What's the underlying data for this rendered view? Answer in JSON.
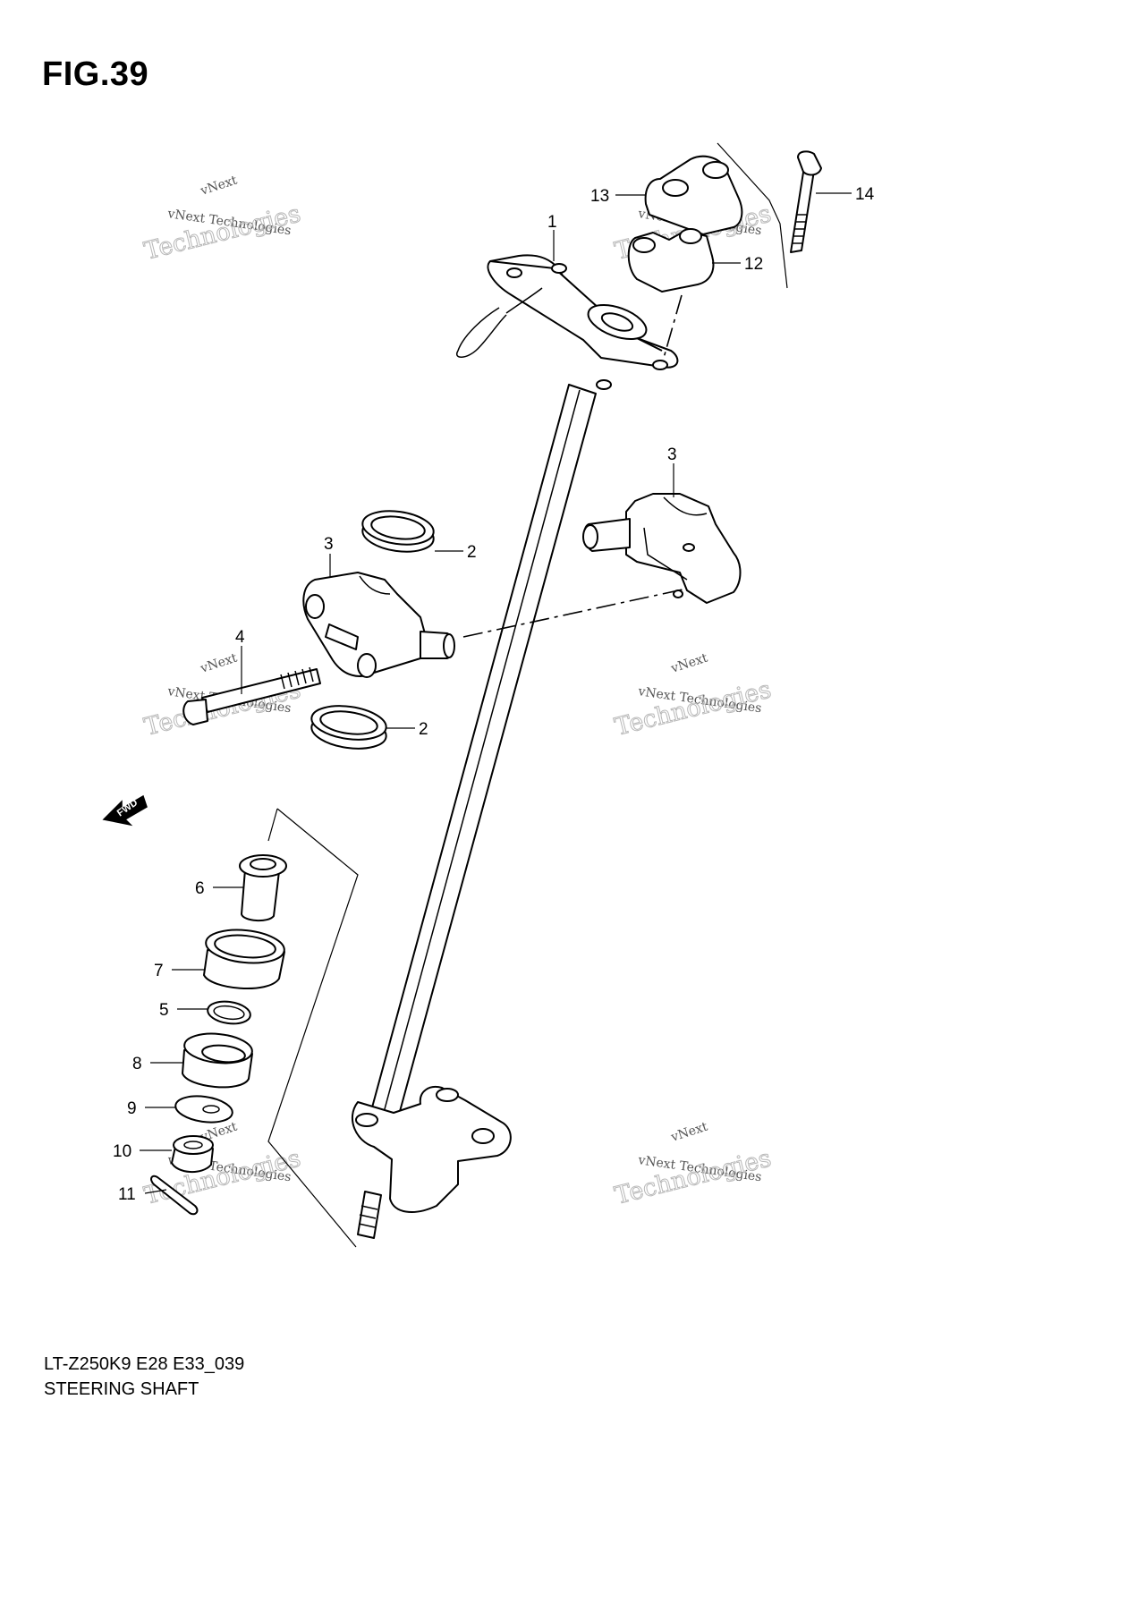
{
  "figure": {
    "title": "FIG.39",
    "model_code": "LT-Z250K9 E28 E33_039",
    "section_name": "STEERING SHAFT"
  },
  "fwd_label": "FWD",
  "watermark": {
    "line_top": "vNext",
    "line_mid": "vNext Technologies",
    "line_big": "Technologies"
  },
  "callouts": [
    {
      "id": "c1",
      "label": "1"
    },
    {
      "id": "c2a",
      "label": "2"
    },
    {
      "id": "c2b",
      "label": "2"
    },
    {
      "id": "c3a",
      "label": "3"
    },
    {
      "id": "c3b",
      "label": "3"
    },
    {
      "id": "c4",
      "label": "4"
    },
    {
      "id": "c5",
      "label": "5"
    },
    {
      "id": "c6",
      "label": "6"
    },
    {
      "id": "c7",
      "label": "7"
    },
    {
      "id": "c8",
      "label": "8"
    },
    {
      "id": "c9",
      "label": "9"
    },
    {
      "id": "c10",
      "label": "10"
    },
    {
      "id": "c11",
      "label": "11"
    },
    {
      "id": "c12",
      "label": "12"
    },
    {
      "id": "c13",
      "label": "13"
    },
    {
      "id": "c14",
      "label": "14"
    }
  ]
}
